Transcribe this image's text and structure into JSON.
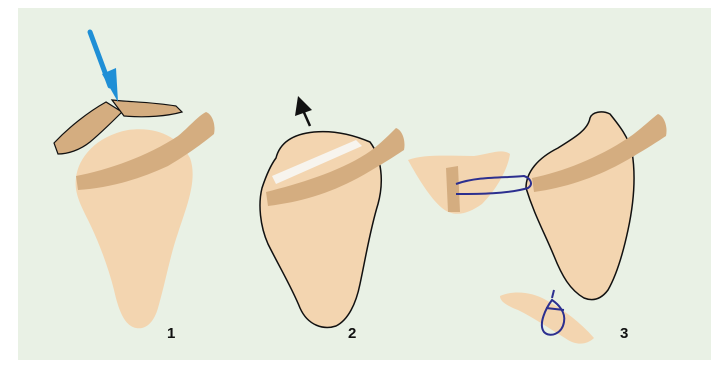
{
  "diagram": {
    "panel_colors": {
      "background": "#e9f1e5",
      "bone": "#f3d5b0",
      "bone_dark": "#d4ad80",
      "outline": "#111111",
      "suture": "#2c2f8f",
      "blue_arrow": "#1f8fd6",
      "black_arrow": "#111111"
    },
    "steps": [
      {
        "label": "1"
      },
      {
        "label": "2"
      },
      {
        "label": "3"
      }
    ]
  }
}
